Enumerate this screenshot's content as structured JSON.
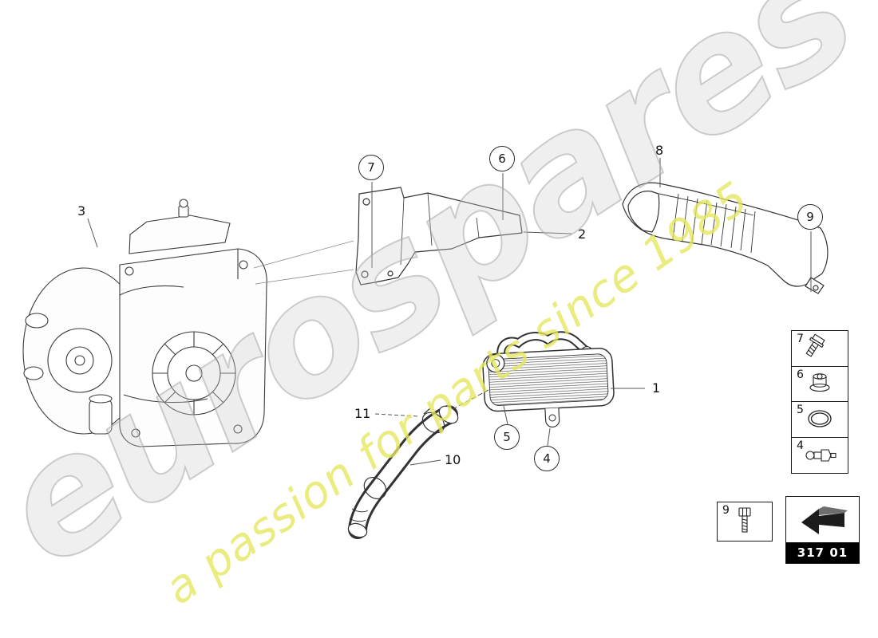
{
  "watermark": {
    "brand": "eurospares",
    "tagline": "a passion for parts since 1985"
  },
  "callouts": {
    "circle_7": "7",
    "circle_6": "6",
    "circle_9": "9",
    "circle_5": "5",
    "circle_4": "4",
    "label_1": "1",
    "label_2": "2",
    "label_3": "3",
    "label_8": "8",
    "label_10": "10",
    "label_11": "11"
  },
  "legend": {
    "items": [
      {
        "number": "7",
        "part_icon": "hex-flange-bolt"
      },
      {
        "number": "6",
        "part_icon": "flange-nut"
      },
      {
        "number": "5",
        "part_icon": "o-ring"
      },
      {
        "number": "4",
        "part_icon": "breather-fitting"
      }
    ],
    "bolt_box": {
      "number": "9",
      "part_icon": "socket-bolt"
    },
    "nav_icon": "back-arrow",
    "diagram_code": "317 01"
  }
}
